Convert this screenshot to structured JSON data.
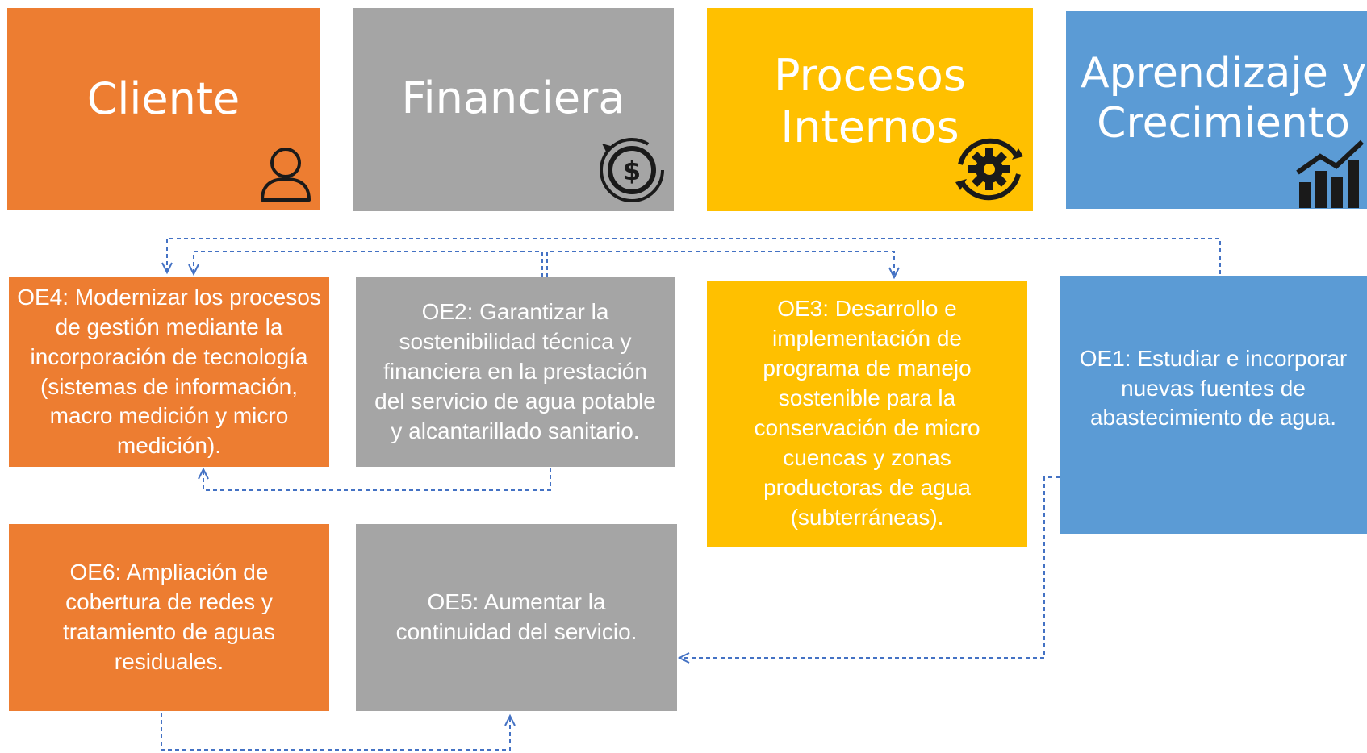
{
  "colors": {
    "orange": "#ed7d31",
    "gray": "#a5a5a5",
    "yellow": "#ffc000",
    "blue": "#5b9bd5",
    "connector": "#4472c4"
  },
  "headers": {
    "cliente": {
      "label": "Cliente",
      "icon": "person-icon"
    },
    "financiera": {
      "label": "Financiera",
      "icon": "dollar-cycle-icon"
    },
    "procesos": {
      "label": "Procesos\nInternos",
      "icon": "gear-cycle-icon"
    },
    "aprendizaje": {
      "label": "Aprendizaje y\nCrecimiento",
      "icon": "growth-chart-icon"
    }
  },
  "objectives": {
    "oe4": "OE4: Modernizar los procesos de gestión mediante la incorporación de tecnología (sistemas de información, macro medición y micro medición).",
    "oe2": "OE2: Garantizar la sostenibilidad técnica y financiera en la prestación del servicio de agua potable y alcantarillado sanitario.",
    "oe3": "OE3: Desarrollo e implementación de programa de manejo sostenible para la conservación de micro cuencas y zonas productoras de agua (subterráneas).",
    "oe1": "OE1: Estudiar e incorporar nuevas fuentes de abastecimiento de agua.",
    "oe6": "OE6: Ampliación de cobertura de redes y tratamiento de aguas residuales.",
    "oe5": "OE5: Aumentar la continuidad del servicio."
  }
}
